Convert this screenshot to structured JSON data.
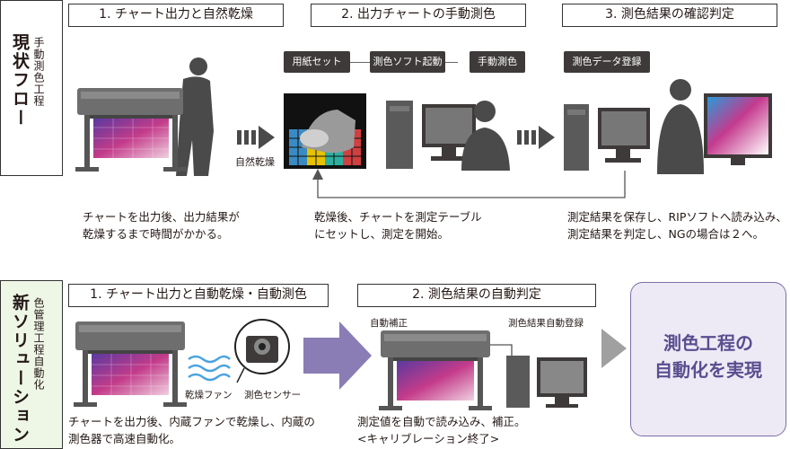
{
  "current": {
    "side_title": "現状フロー",
    "side_subtitle": "手動測色工程",
    "steps": [
      "1. チャート出力と自然乾燥",
      "2. 出力チャートの手動測色",
      "3. 測色結果の確認判定"
    ],
    "pills": [
      "用紙セット",
      "測色ソフト起動",
      "手動測色",
      "測色データ登録"
    ],
    "dry_label": "自然乾燥",
    "desc1": [
      "チャートを出力後、出力結果が",
      "乾燥するまで時間がかかる。"
    ],
    "desc2": [
      "乾燥後、チャートを測定テーブル",
      "にセットし、測定を開始。"
    ],
    "desc3": [
      "測定結果を保存し、RIPソフトへ読み込み、",
      "測定結果を判定し、NGの場合は２へ。"
    ]
  },
  "new": {
    "side_title": "新ソリューション",
    "side_subtitle": "色管理工程自動化",
    "steps": [
      "1. チャート出力と自動乾燥・自動測色",
      "2. 測色結果の自動判定"
    ],
    "fan_label": "乾燥ファン",
    "sensor_label": "測色センサー",
    "auto_correct_label": "自動補正",
    "auto_register_label": "測色結果自動登録",
    "desc1": [
      "チャートを出力後、内蔵ファンで乾燥し、内蔵の",
      "測色器で高速自動化。"
    ],
    "desc2": [
      "測定値を自動で読み込み、補正。",
      "<キャリブレーション終了>"
    ],
    "result": [
      "測色工程の",
      "自動化を実現"
    ]
  },
  "colors": {
    "dark": "#3e3a39",
    "purple_arrow": "#8a7db5",
    "result_border": "#7b6fa6",
    "result_text": "#5a4d90",
    "gray_arrow": "#a0a0a0"
  }
}
